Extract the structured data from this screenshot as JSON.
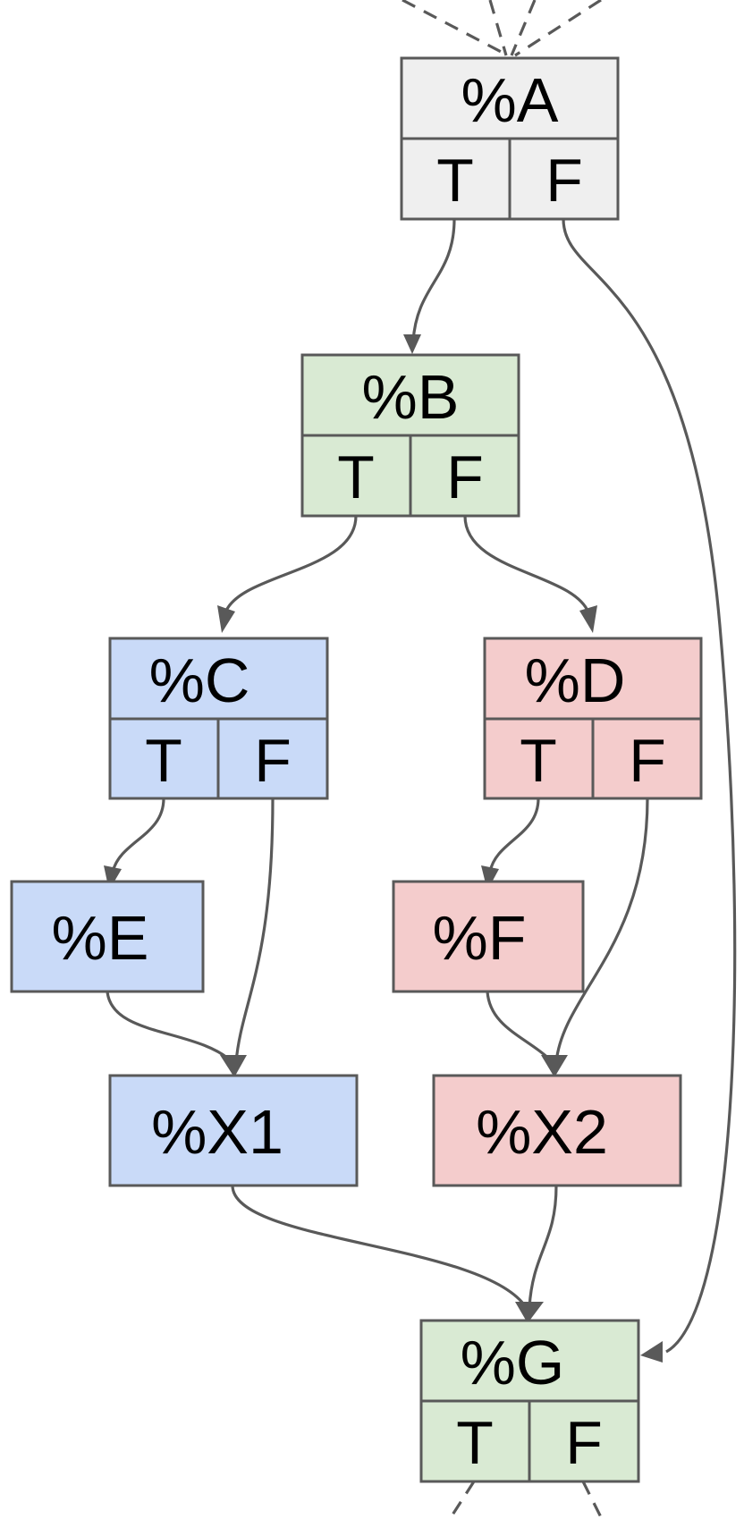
{
  "nodes": {
    "A": {
      "label": "%A",
      "true_label": "T",
      "false_label": "F",
      "color": "#efefef"
    },
    "B": {
      "label": "%B",
      "true_label": "T",
      "false_label": "F",
      "color": "#d9ead3"
    },
    "C": {
      "label": "%C",
      "true_label": "T",
      "false_label": "F",
      "color": "#c9daf8"
    },
    "D": {
      "label": "%D",
      "true_label": "T",
      "false_label": "F",
      "color": "#f4cccc"
    },
    "E": {
      "label": "%E",
      "color": "#c9daf8"
    },
    "F": {
      "label": "%F",
      "color": "#f4cccc"
    },
    "X1": {
      "label": "%X1",
      "color": "#c9daf8"
    },
    "X2": {
      "label": "%X2",
      "color": "#f4cccc"
    },
    "G": {
      "label": "%G",
      "true_label": "T",
      "false_label": "F",
      "color": "#d9ead3"
    }
  },
  "edges": [
    {
      "from": "A.T",
      "to": "B"
    },
    {
      "from": "A.F",
      "to": "G"
    },
    {
      "from": "B.T",
      "to": "C"
    },
    {
      "from": "B.F",
      "to": "D"
    },
    {
      "from": "C.T",
      "to": "E"
    },
    {
      "from": "C.F",
      "to": "X1"
    },
    {
      "from": "D.T",
      "to": "F"
    },
    {
      "from": "D.F",
      "to": "X2"
    },
    {
      "from": "E",
      "to": "X1"
    },
    {
      "from": "F",
      "to": "X2"
    },
    {
      "from": "X1",
      "to": "G"
    },
    {
      "from": "X2",
      "to": "G"
    }
  ]
}
